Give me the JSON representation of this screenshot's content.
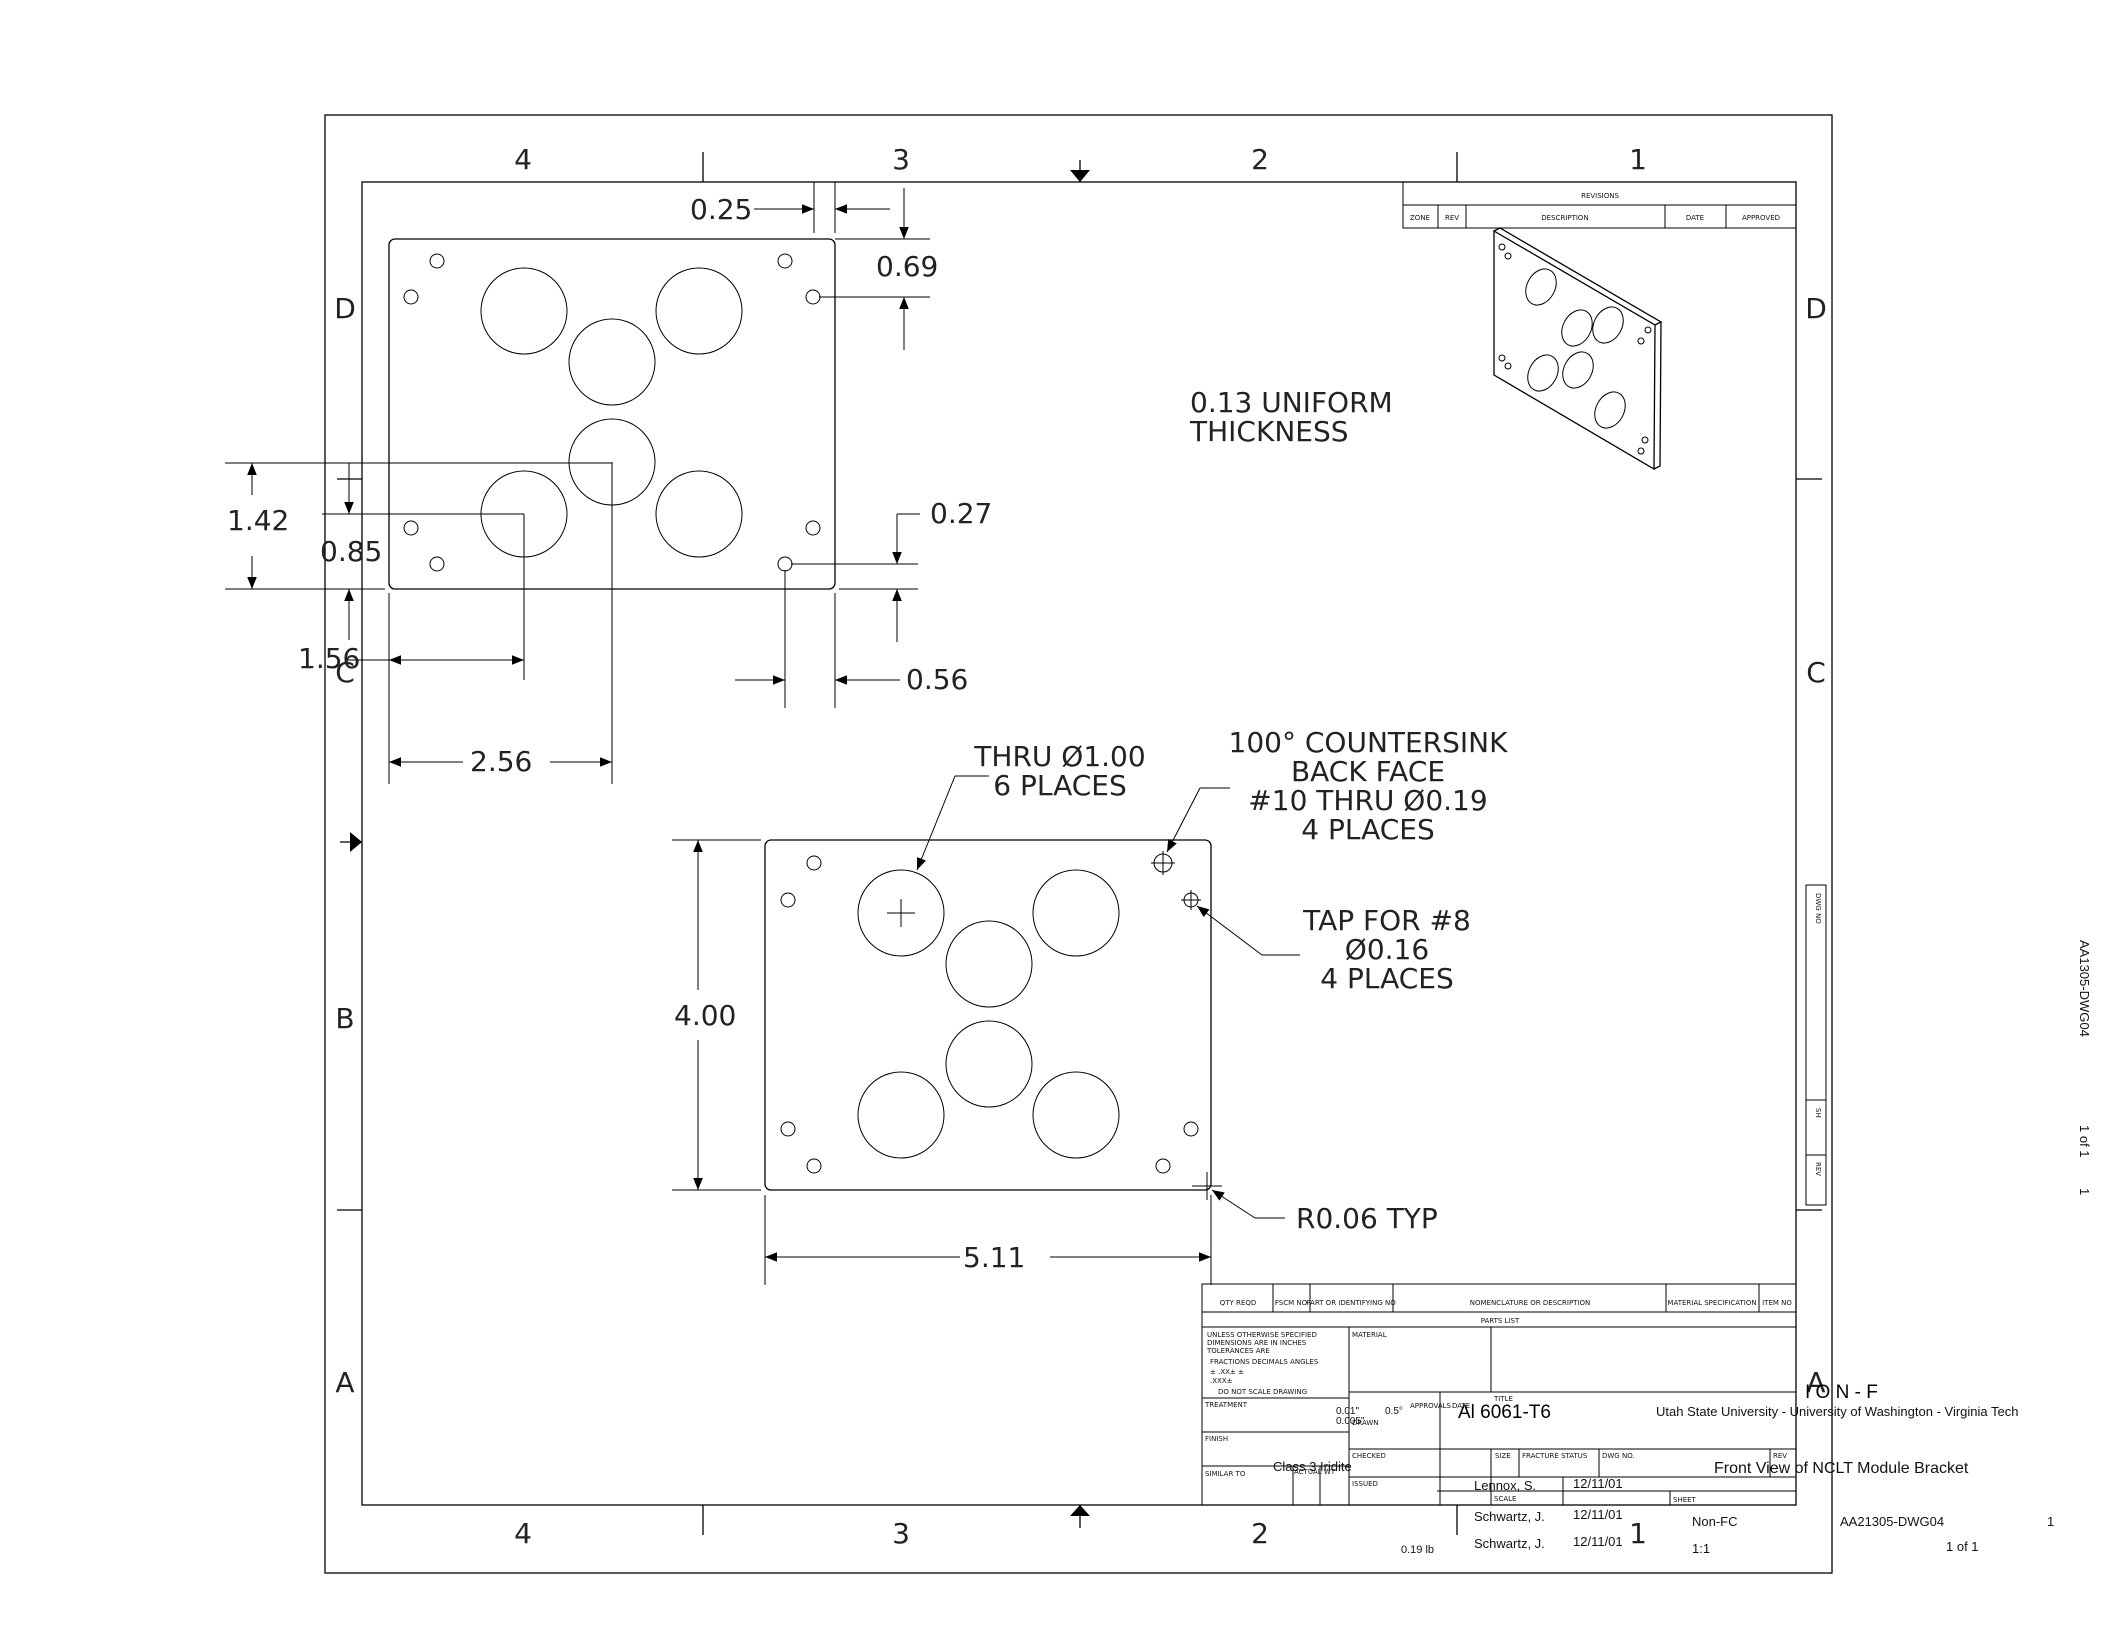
{
  "zones": {
    "columns": [
      "4",
      "3",
      "2",
      "1"
    ],
    "rows": [
      "D",
      "C",
      "B",
      "A"
    ]
  },
  "revisions": {
    "title": "REVISIONS",
    "headers": [
      "ZONE",
      "REV",
      "DESCRIPTION",
      "DATE",
      "APPROVED"
    ]
  },
  "notes": {
    "thickness": [
      "0.13 UNIFORM",
      "THICKNESS"
    ],
    "thru_hole": [
      "THRU Ø1.00",
      "6 PLACES"
    ],
    "countersink": [
      "100° COUNTERSINK",
      "BACK FACE",
      "#10 THRU Ø0.19",
      "4 PLACES"
    ],
    "tap": [
      "TAP FOR #8",
      "Ø0.16",
      "4 PLACES"
    ],
    "radius": "R0.06 TYP"
  },
  "dimensions": {
    "d_025": "0.25",
    "d_069": "0.69",
    "d_142": "1.42",
    "d_085": "0.85",
    "d_027": "0.27",
    "d_156": "1.56",
    "d_056": "0.56",
    "d_256": "2.56",
    "d_400": "4.00",
    "d_511": "5.11"
  },
  "side_block": {
    "dwg_no_label": "DWG NO",
    "sh_label": "SH",
    "rev_label": "REV",
    "dwg_no": "AA1305-DWG04",
    "sheet": "1 of 1",
    "rev": "1"
  },
  "parts_list": {
    "headers": [
      "QTY REQD",
      "FSCM NO",
      "PART OR IDENTIFYING NO",
      "NOMENCLATURE OR DESCRIPTION",
      "MATERIAL SPECIFICATION",
      "ITEM NO"
    ],
    "title": "PARTS LIST"
  },
  "title_block": {
    "tolerance_lines": [
      "UNLESS OTHERWISE SPECIFIED",
      "DIMENSIONS ARE IN INCHES",
      "TOLERANCES ARE",
      "FRACTIONS  DECIMALS  ANGLES",
      "±          .XX±         ±",
      "           .XXX±",
      "DO NOT SCALE DRAWING"
    ],
    "material_label": "MATERIAL",
    "treatment_label": "TREATMENT",
    "finish_label": "FINISH",
    "similar_to_label": "SIMILAR TO",
    "actual_wt_label": "ACTUAL WT",
    "approvals_label": "APPROVALS",
    "date_label": "DATE",
    "drawn_label": "DRAWN",
    "checked_label": "CHECKED",
    "issued_label": "ISSUED",
    "title_label": "TITLE",
    "size_label": "SIZE",
    "fracture_label": "FRACTURE STATUS",
    "dwg_no_label": "DWG NO.",
    "rev_label": "REV",
    "scale_label": "SCALE",
    "sheet_label": "SHEET",
    "tol_decimal_2": "0.01\"",
    "tol_decimal_3": "0.005\"",
    "tol_angle": "0.5°",
    "material": "Al 6061-T6",
    "finish": "Class 3 Iridite",
    "org_fragment": "I O N - F",
    "organization": "Utah State University - University of Washington - Virginia Tech",
    "title": "Front View of NCLT Module Bracket",
    "drawn_by": "Lennox, S.",
    "drawn_date": "12/11/01",
    "checked_by": "Schwartz, J.",
    "checked_date": "12/11/01",
    "issued_by": "Schwartz, J.",
    "issued_date": "12/11/01",
    "weight": "0.19 lb",
    "fracture_status": "Non-FC",
    "dwg_no": "AA21305-DWG04",
    "rev": "1",
    "scale": "1:1",
    "sheet": "1 of 1"
  }
}
